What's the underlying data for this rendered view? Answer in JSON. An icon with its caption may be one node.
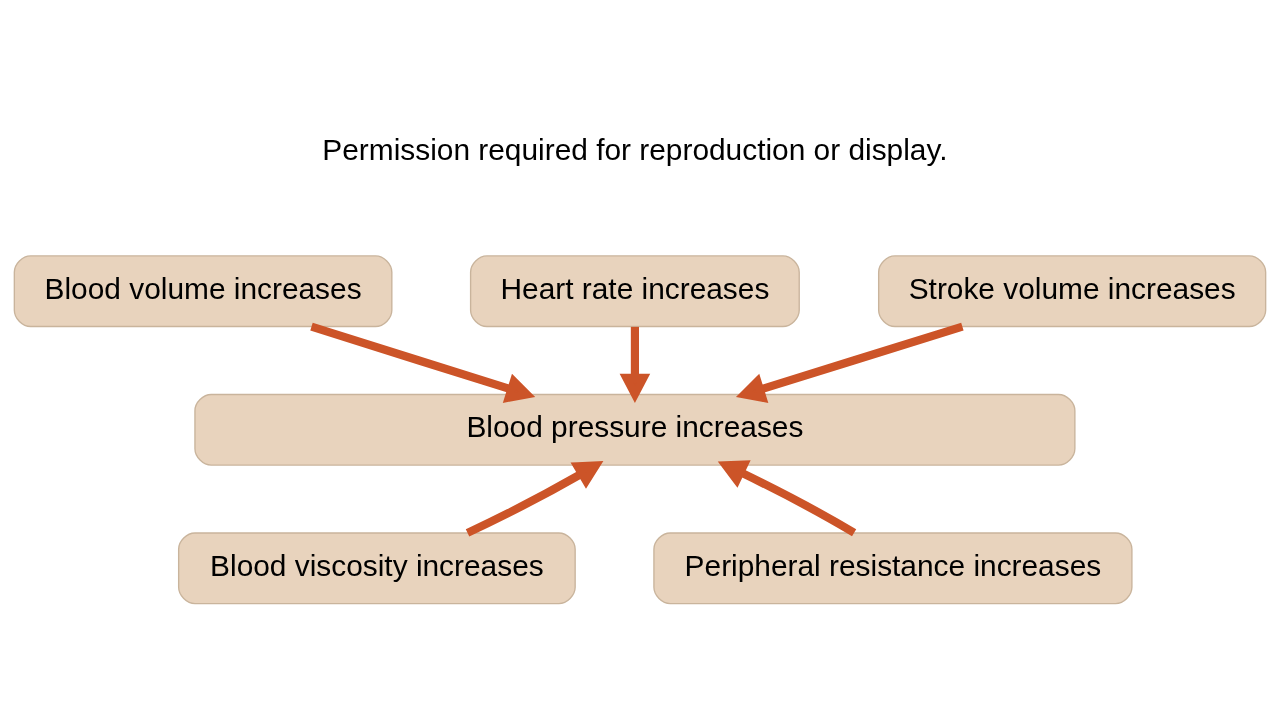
{
  "diagram": {
    "nodes": [
      {
        "text": [
          "Blood volume increases"
        ]
      },
      {
        "text": [
          "Heart rate increases"
        ]
      },
      {
        "text": [
          "Stroke volume increases"
        ]
      },
      {
        "text": [
          "Blood pressure increases"
        ]
      },
      {
        "text": [
          "Blood viscosity increases"
        ]
      },
      {
        "text": [
          "Peripheral resistance increases"
        ]
      }
    ],
    "edges": [
      {
        "from": 0,
        "to": 3,
        "arrow": "to"
      },
      {
        "from": 1,
        "to": 3,
        "arrow": "to"
      },
      {
        "from": 2,
        "to": 3,
        "arrow": "to"
      },
      {
        "from": 4,
        "to": 3,
        "arrow": "to"
      },
      {
        "from": 5,
        "to": 3,
        "arrow": "to"
      }
    ],
    "labels": [
      "Permission required for reproduction or display."
    ]
  }
}
